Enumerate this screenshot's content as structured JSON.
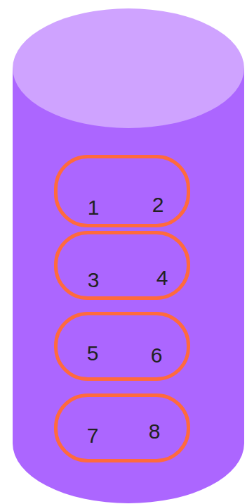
{
  "diagram": {
    "nodes": [
      {
        "text": [
          "1",
          "2"
        ]
      },
      {
        "text": [
          "3",
          "4"
        ]
      },
      {
        "text": [
          "5",
          "6"
        ]
      },
      {
        "text": [
          "7",
          "8"
        ]
      }
    ]
  }
}
